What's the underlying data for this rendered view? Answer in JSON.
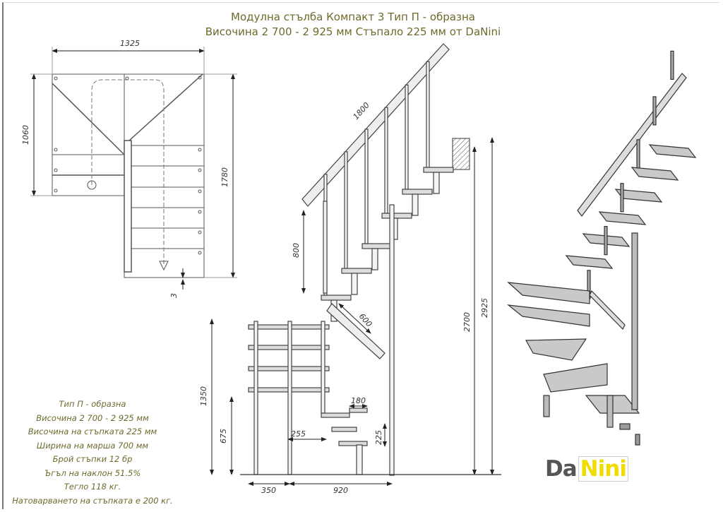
{
  "title": {
    "line1": "Модулна стълба Компакт 3 Тип П - образна",
    "line2": "Височина 2 700 - 2 925 мм Стъпало 225 мм  от DaNini"
  },
  "specs": [
    "Тип П - образна",
    "Височина 2 700 - 2 925 мм",
    "Височина на стъпката 225 мм",
    "Ширина на марша 700 мм",
    "Брой стъпки 12 бр",
    "Ъгъл на наклон 51.5%",
    "Тегло 118 кг.",
    "Натоварването на стъпката е 200 кг."
  ],
  "plan_dimensions": {
    "width": "1325",
    "left_depth": "1060",
    "total_depth": "1780",
    "gap": "3"
  },
  "elevation_dimensions": {
    "rail_length": "1800",
    "rail_height": "800",
    "lower_rail": "600",
    "height_1350": "1350",
    "height_675": "675",
    "step_255": "255",
    "step_180": "180",
    "step_225": "225",
    "width_350": "350",
    "width_920": "920",
    "height_2700": "2700",
    "height_2925": "2925"
  },
  "logo": {
    "part1": "Da",
    "part2": "Nini"
  },
  "colors": {
    "text": "#6e6a2c",
    "logo_yellow": "#f0dc00",
    "tread": "#c9c9c9"
  }
}
